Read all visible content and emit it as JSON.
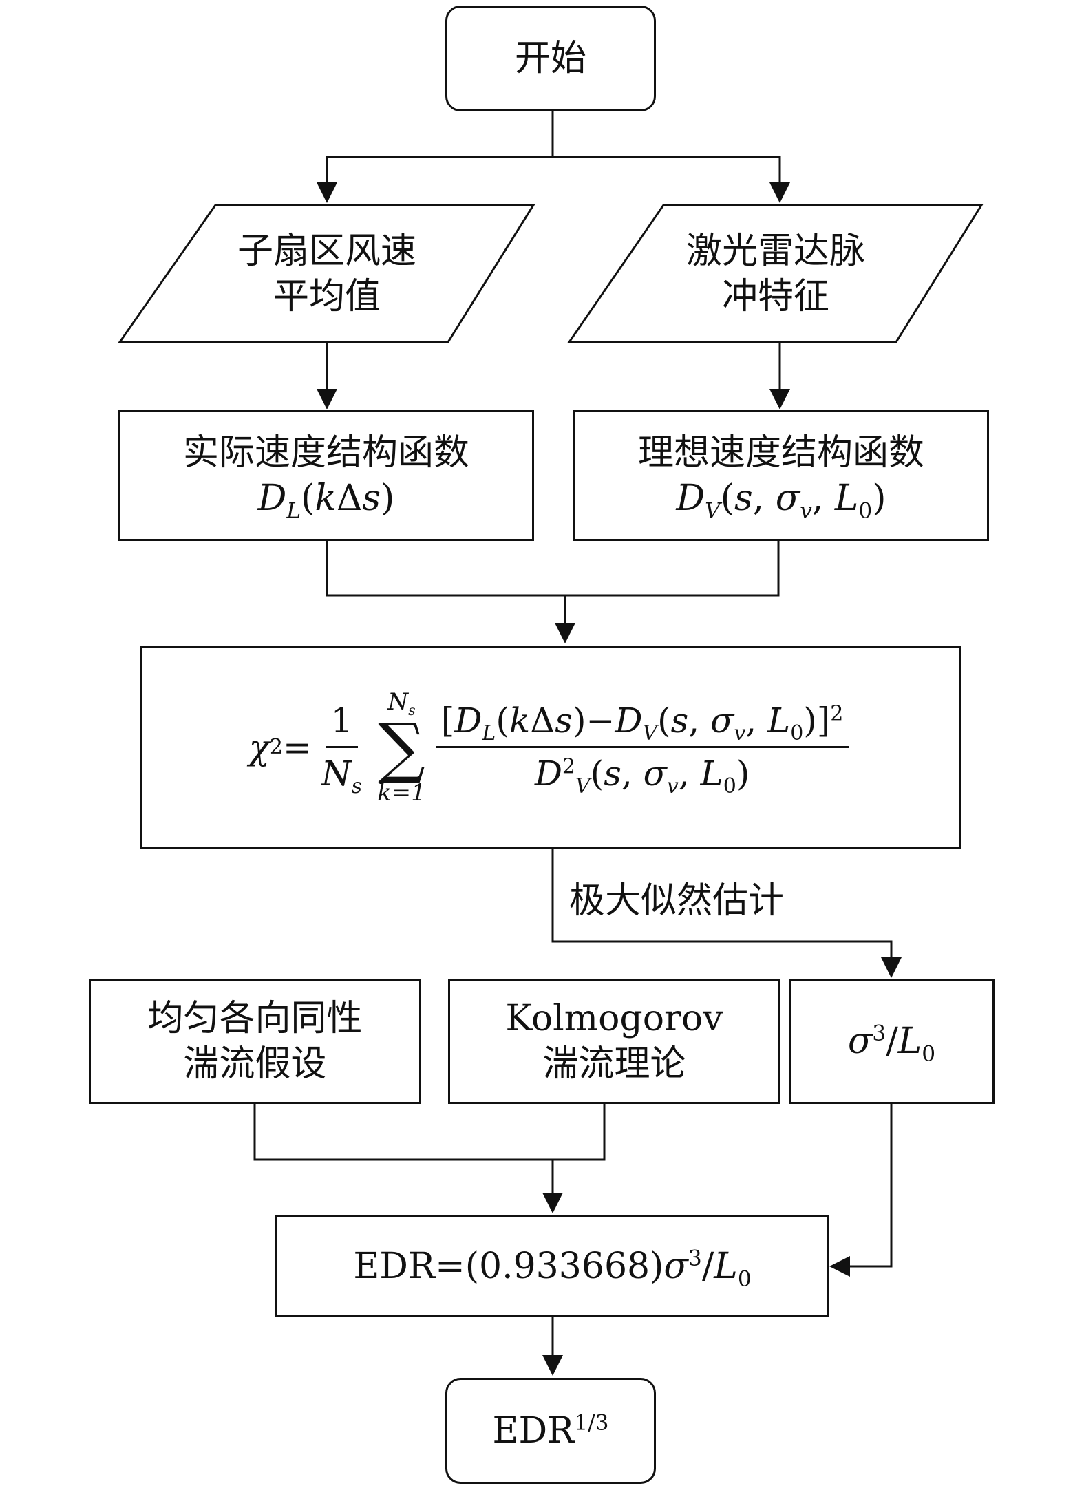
{
  "nodes": {
    "start": "开始",
    "input_left": [
      "子扇区风速",
      "平均值"
    ],
    "input_right": [
      "激光雷达脉",
      "冲特征"
    ],
    "actual_sf": "实际速度结构函数",
    "ideal_sf": "理想速度结构函数",
    "mle_label": "极大似然估计",
    "assumption": [
      "均匀各向同性",
      "湍流假设"
    ],
    "theory": [
      "Kolmogorov",
      "湍流理论"
    ],
    "end": "EDR"
  },
  "math": {
    "D": "D",
    "L": "L",
    "V": "V",
    "k": "k",
    "delta": "Δ",
    "s": "s",
    "sigma": "σ",
    "v": "v",
    "L0": "L",
    "zero": "0",
    "chi": "χ",
    "two": "2",
    "one": "1",
    "N": "N",
    "k1": "k=1",
    "sum": "∑",
    "three": "3",
    "edr_text": "EDR=(0.933668)",
    "exp_third": "1/3"
  }
}
